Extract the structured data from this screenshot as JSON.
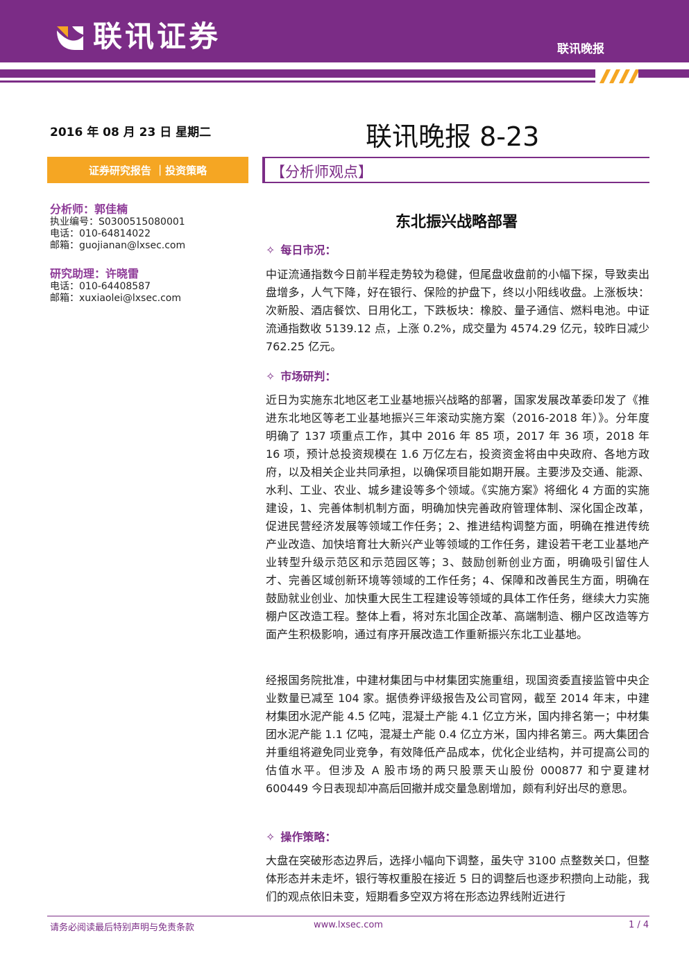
{
  "header": {
    "brand": "联讯证券",
    "report_type": "联讯晚报",
    "colors": {
      "primary": "#7b2c86",
      "accent": "#f5a623"
    }
  },
  "meta": {
    "date": "2016 年 08 月 23 日 星期二",
    "title": "联讯晚报 8-23",
    "category": "证券研究报告 ｜投资策略",
    "section": "【分析师观点】"
  },
  "analysts": [
    {
      "role": "分析师：郭佳楠",
      "lines": [
        "执业编号：S0300515080001",
        "电话：010-64814022",
        "邮箱：guojianan@lxsec.com"
      ]
    },
    {
      "role": "研究助理：许晓雷",
      "lines": [
        "电话：010-64408587",
        "邮箱：xuxiaolei@lxsec.com"
      ]
    }
  ],
  "article": {
    "title": "东北振兴战略部署",
    "sections": [
      {
        "heading": "每日市况：",
        "paragraphs": [
          "中证流通指数今日前半程走势较为稳健，但尾盘收盘前的小幅下探，导致卖出盘增多，人气下降，好在银行、保险的护盘下，终以小阳线收盘。上涨板块：次新股、酒店餐饮、日用化工，下跌板块：橡胶、量子通信、燃料电池。中证流通指数收 5139.12 点，上涨 0.2%，成交量为 4574.29 亿元，较昨日减少 762.25 亿元。"
        ]
      },
      {
        "heading": "市场研判：",
        "paragraphs": [
          "近日为实施东北地区老工业基地振兴战略的部署，国家发展改革委印发了《推进东北地区等老工业基地振兴三年滚动实施方案（2016-2018 年）》。分年度明确了 137 项重点工作，其中 2016 年 85 项，2017 年 36 项，2018 年 16 项，预计总投资规模在 1.6 万亿左右，投资资金将由中央政府、各地方政府，以及相关企业共同承担，以确保项目能如期开展。主要涉及交通、能源、水利、工业、农业、城乡建设等多个领域。《实施方案》将细化 4 方面的实施建设，1、完善体制机制方面，明确加快完善政府管理体制、深化国企改革，促进民营经济发展等领域工作任务；2、推进结构调整方面，明确在推进传统产业改造、加快培育壮大新兴产业等领域的工作任务，建设若干老工业基地产业转型升级示范区和示范园区等；3、鼓励创新创业方面，明确吸引留住人才、完善区域创新环境等领域的工作任务；4、保障和改善民生方面，明确在鼓励就业创业、加快重大民生工程建设等领域的具体工作任务，继续大力实施棚户区改造工程。整体上看，将对东北国企改革、高端制造、棚户区改造等方面产生积极影响，通过有序开展改造工作重新振兴东北工业基地。",
          "经报国务院批准，中建材集团与中材集团实施重组，现国资委直接监管中央企业数量已减至 104 家。据债券评级报告及公司官网，截至 2014 年末，中建材集团水泥产能 4.5 亿吨，混凝土产能 4.1 亿立方米，国内排名第一；中材集团水泥产能 1.1 亿吨，混凝土产能 0.4 亿立方米，国内排名第三。两大集团合并重组将避免同业竞争，有效降低产品成本，优化企业结构，并可提高公司的估值水平。但涉及 A 股市场的两只股票天山股份 000877 和宁夏建材 600449 今日表现却冲高后回撤并成交量急剧增加，颇有利好出尽的意思。"
        ]
      },
      {
        "heading": "操作策略：",
        "paragraphs": [
          "大盘在突破形态边界后，选择小幅向下调整，虽失守 3100 点整数关口，但整体形态并未走坏，银行等权重股在接近 5 日的调整后也逐步积攒向上动能，我们的观点依旧未变，短期看多空双方将在形态边界线附近进行"
        ]
      }
    ]
  },
  "footer": {
    "disclaimer": "请务必阅读最后特别声明与免责条款",
    "website": "www.lxsec.com",
    "page": "1 / 4"
  }
}
